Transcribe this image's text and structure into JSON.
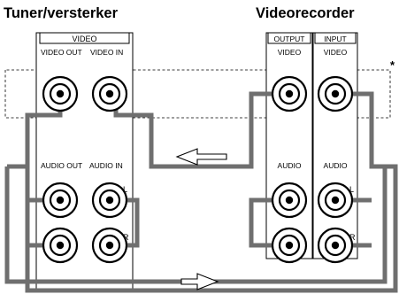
{
  "tuner": {
    "title": "Tuner/versterker",
    "video_header": "VIDEO",
    "video_out": "VIDEO OUT",
    "video_in": "VIDEO IN",
    "audio_out": "AUDIO OUT",
    "audio_in": "AUDIO IN",
    "left": "L",
    "right": "R"
  },
  "vcr": {
    "title": "Videorecorder",
    "output_header": "OUTPUT",
    "input_header": "INPUT",
    "video_left": "VIDEO",
    "video_right": "VIDEO",
    "audio_left": "AUDIO",
    "audio_right": "AUDIO",
    "left": "L",
    "right": "R"
  },
  "footnote_mark": "*"
}
